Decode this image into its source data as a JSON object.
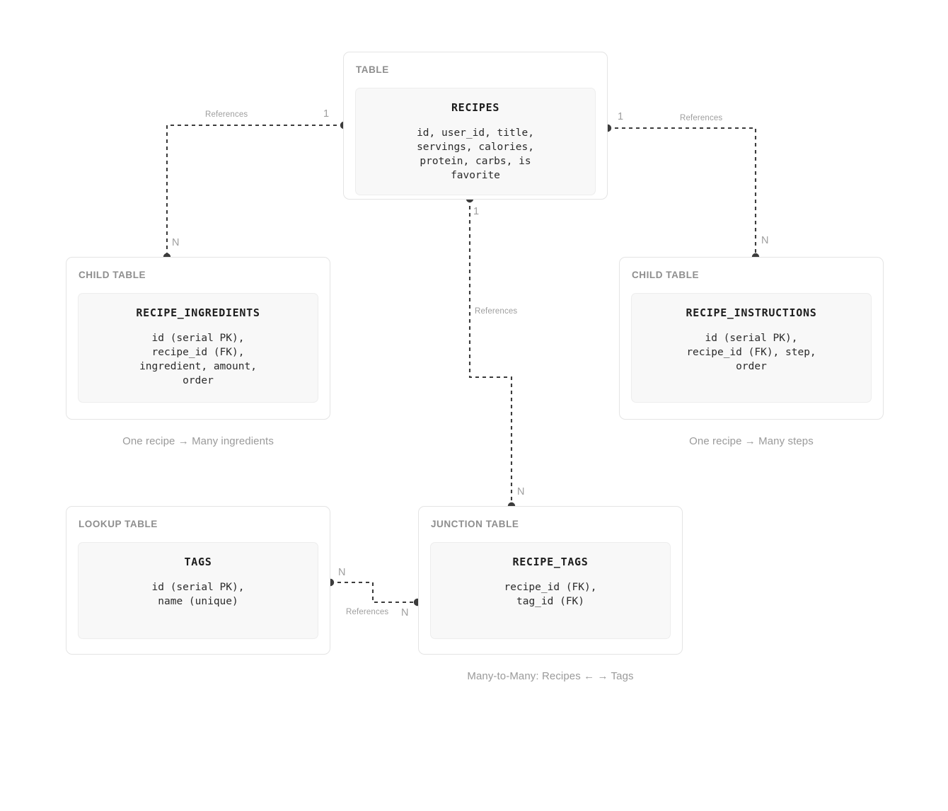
{
  "diagram": {
    "background": "#ffffff",
    "accent_dot_color": "#3c3c3c",
    "edge_color": "#3c3c3c",
    "card_border_color": "#e4e4e4",
    "box_fill_color": "#f8f8f8",
    "muted_text_color": "#9a9a9a"
  },
  "nodes": {
    "recipes": {
      "kind": "TABLE",
      "title": "RECIPES",
      "fields": "id, user_id, title,\nservings, calories,\nprotein, carbs, is\nfavorite"
    },
    "recipe_ingredients": {
      "kind": "CHILD TABLE",
      "title": "RECIPE_INGREDIENTS",
      "fields": "id (serial PK),\nrecipe_id (FK),\ningredient, amount,\norder",
      "caption": "One recipe → Many ingredients"
    },
    "recipe_instructions": {
      "kind": "CHILD TABLE",
      "title": "RECIPE_INSTRUCTIONS",
      "fields": "id (serial PK),\nrecipe_id (FK), step,\norder",
      "caption": "One recipe → Many steps"
    },
    "tags": {
      "kind": "LOOKUP TABLE",
      "title": "TAGS",
      "fields": "id (serial PK),\nname (unique)"
    },
    "recipe_tags": {
      "kind": "JUNCTION TABLE",
      "title": "RECIPE_TAGS",
      "fields": "recipe_id (FK),\ntag_id (FK)",
      "caption": "Many-to-Many: Recipes ← → Tags"
    }
  },
  "edges": [
    {
      "id": "recipes-to-ingredients",
      "from": "recipes",
      "to": "recipe_ingredients",
      "label": "References",
      "source_cardinality": "1",
      "target_cardinality": "N"
    },
    {
      "id": "recipes-to-instructions",
      "from": "recipes",
      "to": "recipe_instructions",
      "label": "References",
      "source_cardinality": "1",
      "target_cardinality": "N"
    },
    {
      "id": "recipes-to-recipetags",
      "from": "recipes",
      "to": "recipe_tags",
      "label": "References",
      "source_cardinality": "1",
      "target_cardinality": "N"
    },
    {
      "id": "tags-to-recipetags",
      "from": "tags",
      "to": "recipe_tags",
      "label": "References",
      "source_cardinality": "N",
      "target_cardinality": "N"
    }
  ]
}
